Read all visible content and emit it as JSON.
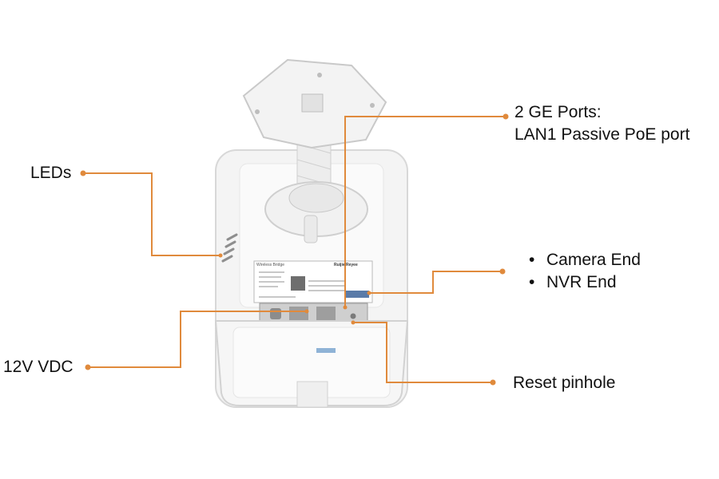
{
  "callouts": {
    "leds": "LEDs",
    "dc_power": "12V VDC",
    "ge_ports_title": "2 GE Ports:",
    "ge_ports_detail": "LAN1 Passive PoE port",
    "ends": [
      "Camera End",
      "NVR End"
    ],
    "reset": "Reset pinhole"
  },
  "device_label": {
    "product": "Wireless Bridge",
    "brand": "Ruijie Reyee"
  },
  "colors": {
    "callout_line": "#E08A3C",
    "device_body": "#F2F2F2",
    "device_edge": "#D6D6D6"
  }
}
